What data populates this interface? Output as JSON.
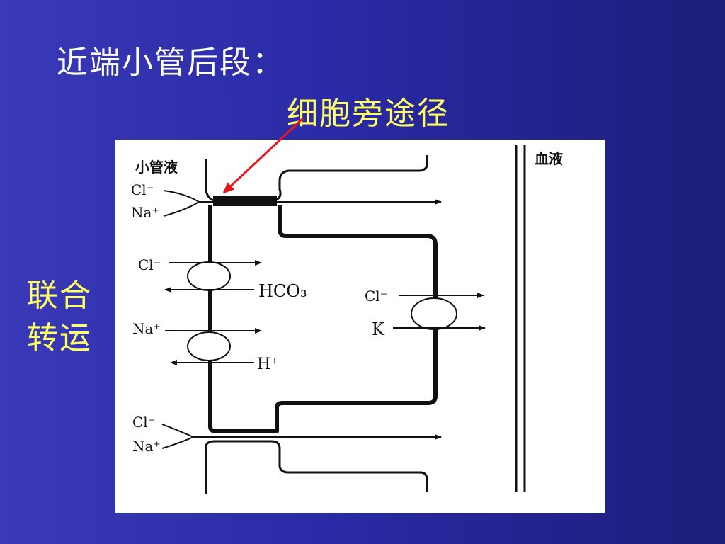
{
  "slide": {
    "title": "近端小管后段：",
    "paracellular_label": "细胞旁途径",
    "cotransport_line1": "联合",
    "cotransport_line2": "转运",
    "arrow_color": "#e8141e"
  },
  "diagram": {
    "lumen_label": "小管液",
    "blood_label": "血液",
    "ions": {
      "cl": "Cl⁻",
      "na": "Na⁺",
      "hco3": "HCO₃",
      "h": "H⁺",
      "k": "K"
    }
  }
}
